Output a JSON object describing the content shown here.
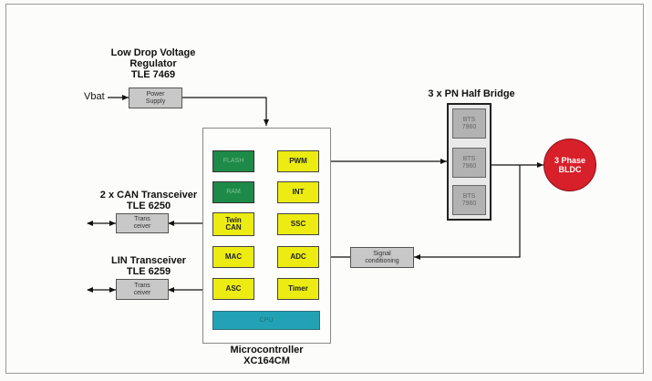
{
  "regulator": {
    "title_line1": "Low Drop Voltage",
    "title_line2": "Regulator",
    "title_line3": "TLE 7469",
    "block_line1": "Power",
    "block_line2": "Supply"
  },
  "vbat_label": "Vbat",
  "can": {
    "title_line1": "2 x CAN Transceiver",
    "title_line2": "TLE 6250",
    "block_line1": "Trans",
    "block_line2": "ceiver"
  },
  "lin": {
    "title_line1": "LIN Transceiver",
    "title_line2": "TLE 6259",
    "block_line1": "Trans",
    "block_line2": "ceiver"
  },
  "micro": {
    "caption_line1": "Microcontroller",
    "caption_line2": "XC164CM",
    "blocks": {
      "flash": "FLASH",
      "ram": "RAM",
      "twincan_line1": "Twin",
      "twincan_line2": "CAN",
      "mac": "MAC",
      "asc": "ASC",
      "pwm": "PWM",
      "int": "INT",
      "ssc": "SSC",
      "adc": "ADC",
      "timer": "Timer",
      "cpu": "CPU"
    }
  },
  "bridge": {
    "title": "3 x PN  Half Bridge",
    "bts_line1": "BTS",
    "bts_line2": "7960"
  },
  "motor": {
    "line1": "3 Phase",
    "line2": "BLDC",
    "color": "#d8202a"
  },
  "signal": {
    "line1": "Signal",
    "line2": "conditioning"
  },
  "colors": {
    "yellow": "#ecec12",
    "green": "#1e8a48",
    "cpu": "#22a2b4",
    "gray": "#c8c8c8"
  }
}
